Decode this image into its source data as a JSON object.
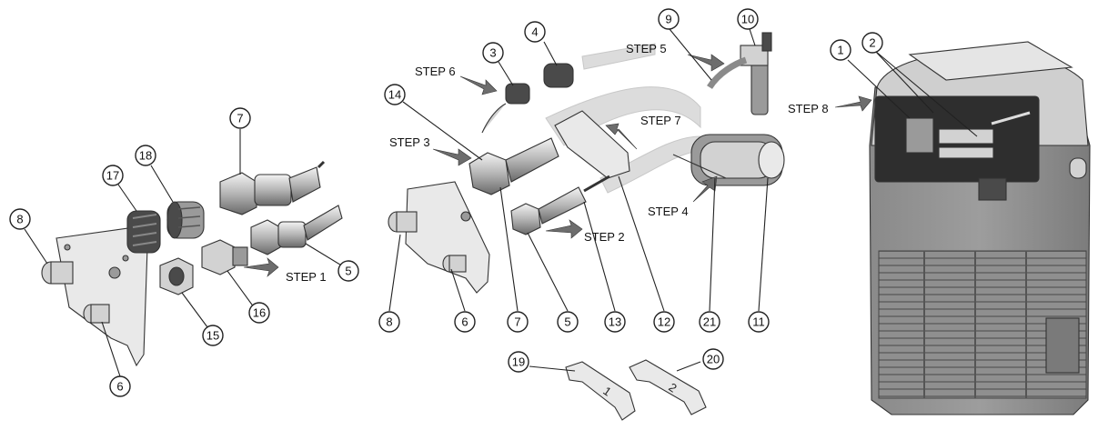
{
  "diagram": {
    "steps": [
      "STEP 1",
      "STEP 2",
      "STEP 3",
      "STEP 4",
      "STEP 5",
      "STEP 6",
      "STEP 7",
      "STEP 8"
    ],
    "callouts_left": [
      "8",
      "17",
      "18",
      "7",
      "16",
      "15",
      "5",
      "6"
    ],
    "callouts_middle": [
      "3",
      "4",
      "9",
      "10",
      "14",
      "8",
      "6",
      "7",
      "5",
      "13",
      "12",
      "21",
      "11",
      "19",
      "20"
    ],
    "callouts_right": [
      "1",
      "2"
    ]
  }
}
